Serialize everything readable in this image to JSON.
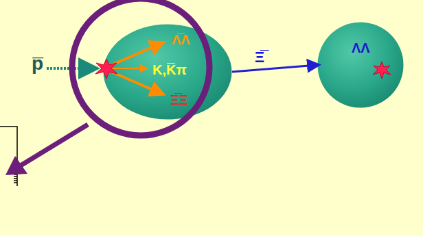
{
  "diagram": {
    "nodes": [
      {
        "text": [
          "Λ̅Λ",
          "K,K̅π",
          "Ξ̅Ξ"
        ]
      },
      {
        "text": [
          "ΛΛ"
        ]
      }
    ],
    "edges": [
      {
        "from": 0,
        "to": 1,
        "label": "Ξ̅",
        "arrow": "to"
      }
    ],
    "labels": [
      "p̅"
    ]
  }
}
